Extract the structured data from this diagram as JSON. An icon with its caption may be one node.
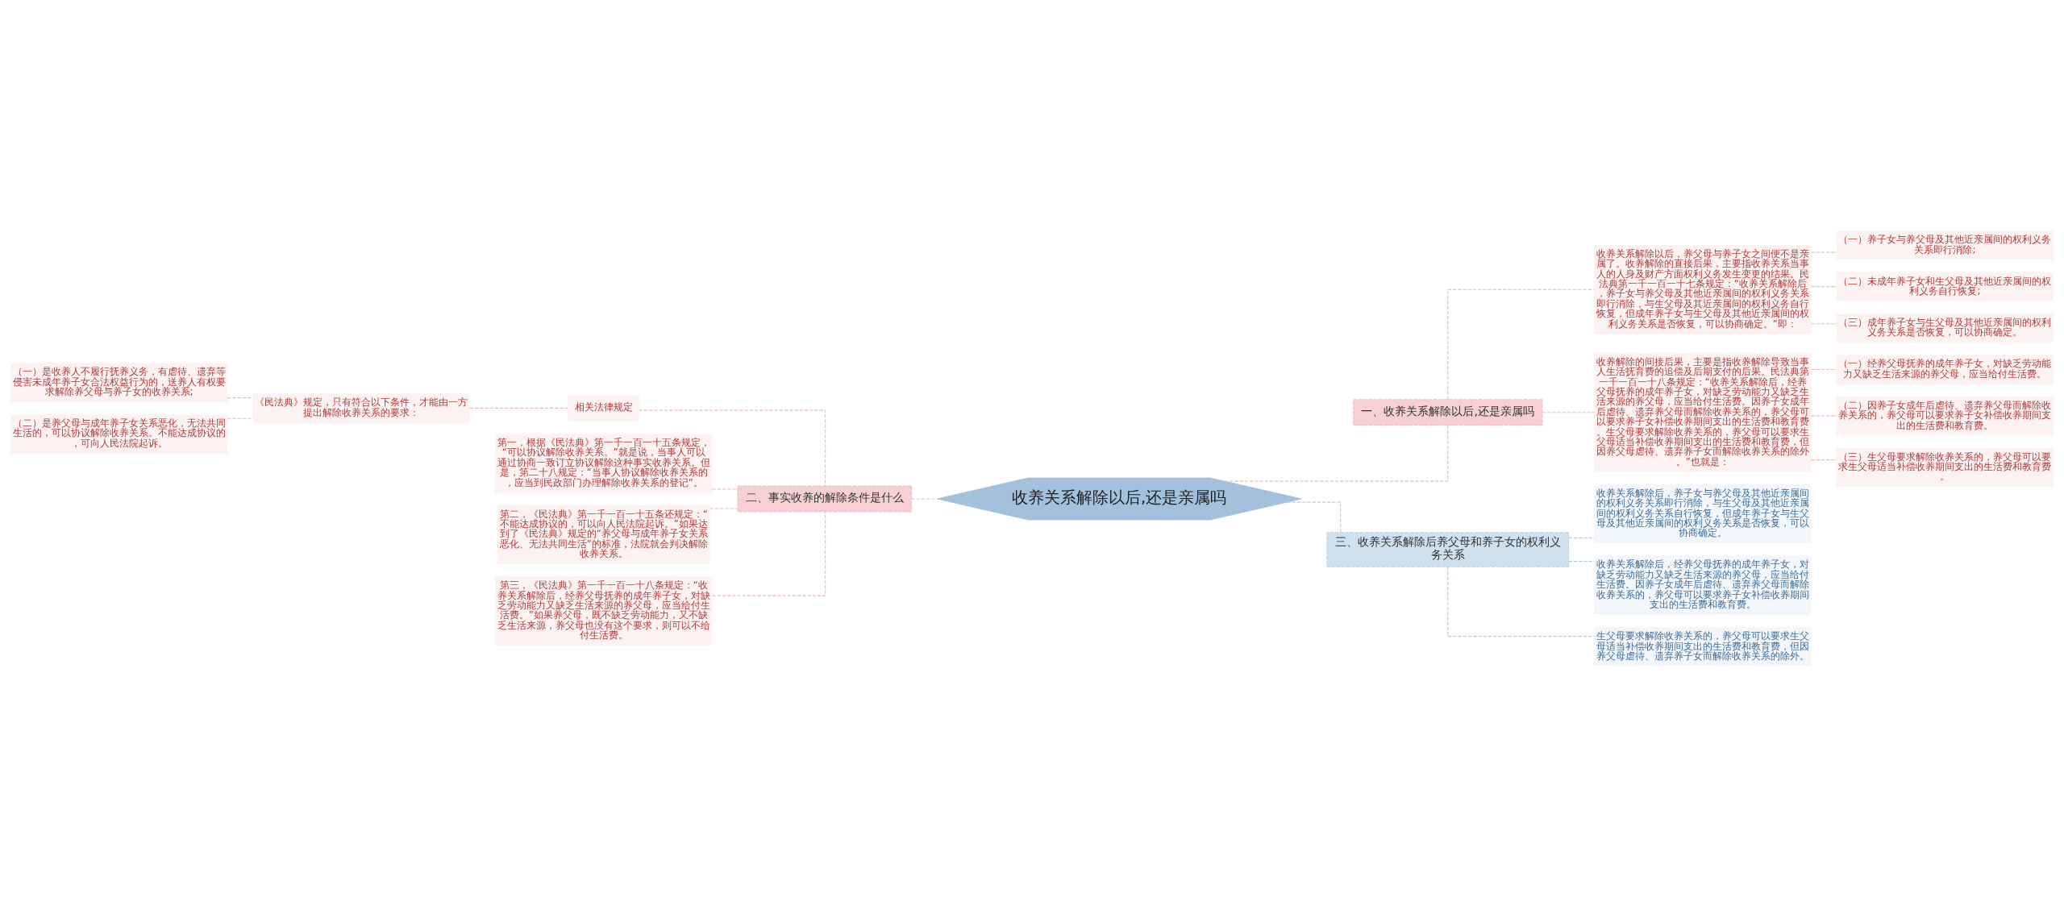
{
  "diagram": {
    "nodes": [
      {
        "text": [
          "收养关系解除以后,还是亲属吗"
        ]
      },
      {
        "text": [
          "一、收养关系解除以后,还是亲属吗"
        ]
      },
      {
        "text": [
          "二、事实收养的解除条件是什么"
        ]
      },
      {
        "text": [
          "三、收养关系解除后养父母和养子女的权利义务关系"
        ]
      },
      {
        "text": [
          "收养关系解除以后，养父母与养子女之间便不是亲属了。收养解除的直接后果，主要指收养关系当事人的人身及财产方面权利义务发生变更的结果。民法典第一千一百一十七条规定：“收养关系解除后，养子女与养父母及其他近亲属间的权利义务关系即行消除，与生父母及其近亲属间的权利义务自行恢复，但成年养子女与生父母及其他近亲属间的权利义务关系是否恢复，可以协商确定。”即："
        ]
      },
      {
        "text": [
          "收养解除的间接后果，主要是指收养解除导致当事人生活抚育费的追偿及后期支付的后果。民法典第一千一百一十八条规定：“收养关系解除后，经养父母抚养的成年养子女，对缺乏劳动能力又缺乏生活来源的养父母，应当给付生活费。因养子女成年后虐待、遗弃养父母而解除收养关系的，养父母可以要求养子女补偿收养期间支出的生活费和教育费。生父母要求解除收养关系的，养父母可以要求生父母适当补偿收养期间支出的生活费和教育费，但因养父母虐待、遗弃养子女而解除收养关系的除外。”也就是："
        ]
      },
      {
        "text": [
          "（一）养子女与养父母及其他近亲属间的权利义务关系即行消除;"
        ]
      },
      {
        "text": [
          "（二）未成年养子女和生父母及其他近亲属间的权利义务自行恢复;"
        ]
      },
      {
        "text": [
          "（三）成年养子女与生父母及其他近亲属间的权利义务关系是否恢复，可以协商确定。"
        ]
      },
      {
        "text": [
          "（一）经养父母抚养的成年养子女，对缺乏劳动能力又缺乏生活来源的养父母，应当给付生活费。"
        ]
      },
      {
        "text": [
          "（二）因养子女成年后虐待、遗弃养父母而解除收养关系的，养父母可以要求养子女补偿收养期间支出的生活费和教育费。"
        ]
      },
      {
        "text": [
          "（三）生父母要求解除收养关系的，养父母可以要求生父母适当补偿收养期间支出的生活费和教育费。"
        ]
      },
      {
        "text": [
          "相关法律规定"
        ]
      },
      {
        "text": [
          "第一，根据《民法典》第一千一百一十五条规定，“可以协议解除收养关系。”就是说，当事人可以通过协商一致订立协议解除这种事实收养关系。但是，第二十八规定：“当事人协议解除收养关系的，应当到民政部门办理解除收养关系的登记”。"
        ]
      },
      {
        "text": [
          "第二，《民法典》第一千一百一十五条还规定：“不能达成协议的，可以向人民法院起诉。”如果达到了《民法典》规定的“养父母与成年养子女关系恶化、无法共同生活”的标准，法院就会判决解除收养关系。"
        ]
      },
      {
        "text": [
          "第三，《民法典》第一千一百一十八条规定：“收养关系解除后，经养父母抚养的成年养子女，对缺乏劳动能力又缺乏生活来源的养父母，应当给付生活费。”如果养父母，既不缺乏劳动能力，又不缺乏生活来源，养父母也没有这个要求，则可以不给付生活费。"
        ]
      },
      {
        "text": [
          "《民法典》规定，只有符合以下条件，才能由一方提出解除收养关系的要求："
        ]
      },
      {
        "text": [
          "（一）是收养人不履行抚养义务，有虐待、遗弃等侵害未成年养子女合法权益行为的，送养人有权要求解除养父母与养子女的收养关系;"
        ]
      },
      {
        "text": [
          "（二）是养父母与成年养子女关系恶化，无法共同生活的，可以协议解除收养关系。不能达成协议的，可向人民法院起诉。"
        ]
      },
      {
        "text": [
          "收养关系解除后，养子女与养父母及其他近亲属间的权利义务关系即行消除，与生父母及其他近亲属间的权利义务关系自行恢复，但成年养子女与生父母及其他近亲属间的权利义务关系是否恢复，可以协商确定。"
        ]
      },
      {
        "text": [
          "收养关系解除后，经养父母抚养的成年养子女，对缺乏劳动能力又缺乏生活来源的养父母，应当给付生活费。因养子女成年后虐待、遗弃养父母而解除收养关系的，养父母可以要求养子女补偿收养期间支出的生活费和教育费。"
        ]
      },
      {
        "text": [
          "生父母要求解除收养关系的，养父母可以要求生父母适当补偿收养期间支出的生活费和教育费，但因养父母虐待、遗弃养子女而解除收养关系的除外。"
        ]
      }
    ],
    "edges": [
      {
        "from": 0,
        "to": 1,
        "arrow": "none",
        "style": "dashed"
      },
      {
        "from": 1,
        "to": 4,
        "arrow": "none",
        "style": "dashed"
      },
      {
        "from": 4,
        "to": 6,
        "arrow": "none",
        "style": "dashed"
      },
      {
        "from": 4,
        "to": 7,
        "arrow": "none",
        "style": "dashed"
      },
      {
        "from": 4,
        "to": 8,
        "arrow": "none",
        "style": "dashed"
      },
      {
        "from": 1,
        "to": 5,
        "arrow": "none",
        "style": "dashed"
      },
      {
        "from": 5,
        "to": 9,
        "arrow": "none",
        "style": "dashed"
      },
      {
        "from": 5,
        "to": 10,
        "arrow": "none",
        "style": "dashed"
      },
      {
        "from": 5,
        "to": 11,
        "arrow": "none",
        "style": "dashed"
      },
      {
        "from": 0,
        "to": 2,
        "arrow": "none",
        "style": "dashed"
      },
      {
        "from": 2,
        "to": 12,
        "arrow": "none",
        "style": "dashed"
      },
      {
        "from": 12,
        "to": 16,
        "arrow": "none",
        "style": "dashed"
      },
      {
        "from": 16,
        "to": 17,
        "arrow": "none",
        "style": "dashed"
      },
      {
        "from": 16,
        "to": 18,
        "arrow": "none",
        "style": "dashed"
      },
      {
        "from": 2,
        "to": 13,
        "arrow": "none",
        "style": "dashed"
      },
      {
        "from": 2,
        "to": 14,
        "arrow": "none",
        "style": "dashed"
      },
      {
        "from": 2,
        "to": 15,
        "arrow": "none",
        "style": "dashed"
      },
      {
        "from": 0,
        "to": 3,
        "arrow": "none",
        "style": "dashed",
        "color": "#b7cde2"
      },
      {
        "from": 3,
        "to": 19,
        "arrow": "none",
        "style": "dashed",
        "color": "#b7cde2"
      },
      {
        "from": 3,
        "to": 20,
        "arrow": "none",
        "style": "dashed",
        "color": "#b7cde2"
      },
      {
        "from": 3,
        "to": 21,
        "arrow": "none",
        "style": "dashed",
        "color": "#b7cde2"
      }
    ]
  }
}
